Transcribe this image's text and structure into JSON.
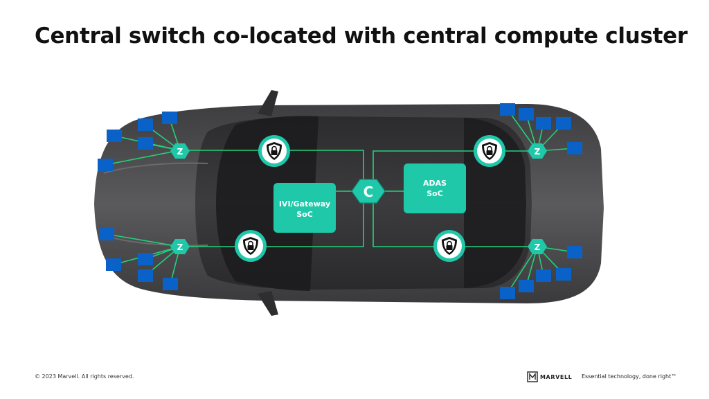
{
  "title": "Central switch co-located with central compute cluster",
  "central_switch": {
    "label": "C"
  },
  "zones": [
    {
      "id": "front-left",
      "label": "Z"
    },
    {
      "id": "front-right",
      "label": "Z"
    },
    {
      "id": "rear-left",
      "label": "Z"
    },
    {
      "id": "rear-right",
      "label": "Z"
    }
  ],
  "soc_ivi": {
    "line1": "IVI/Gateway",
    "line2": "SoC"
  },
  "soc_adas": {
    "line1": "ADAS",
    "line2": "SoC"
  },
  "security_icon": "shield-lock-icon",
  "colors": {
    "accent": "#1ec8a8",
    "link": "#22d27a",
    "endpoint": "#0a62c8",
    "ring": "#1ec8a8"
  },
  "footer": {
    "copyright": "© 2023 Marvell. All rights reserved.",
    "logo": "MARVELL",
    "tagline": "Essential technology, done right™"
  }
}
